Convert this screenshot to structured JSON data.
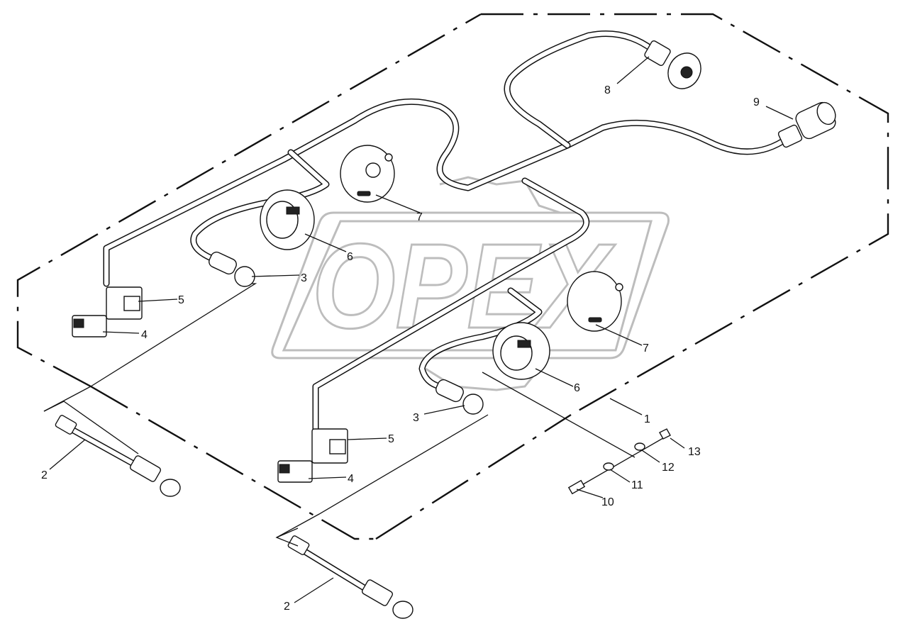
{
  "watermark": {
    "text": "OPEX"
  },
  "callouts": [
    {
      "id": "c1",
      "label": "1"
    },
    {
      "id": "c2a",
      "label": "2"
    },
    {
      "id": "c2b",
      "label": "2"
    },
    {
      "id": "c3a",
      "label": "3"
    },
    {
      "id": "c3b",
      "label": "3"
    },
    {
      "id": "c4a",
      "label": "4"
    },
    {
      "id": "c4b",
      "label": "4"
    },
    {
      "id": "c5a",
      "label": "5"
    },
    {
      "id": "c5b",
      "label": "5"
    },
    {
      "id": "c6a",
      "label": "6"
    },
    {
      "id": "c6b",
      "label": "6"
    },
    {
      "id": "c7a",
      "label": "7"
    },
    {
      "id": "c7b",
      "label": "7"
    },
    {
      "id": "c8",
      "label": "8"
    },
    {
      "id": "c9",
      "label": "9"
    },
    {
      "id": "c10",
      "label": "10"
    },
    {
      "id": "c11",
      "label": "11"
    },
    {
      "id": "c12",
      "label": "12"
    },
    {
      "id": "c13",
      "label": "13"
    }
  ]
}
